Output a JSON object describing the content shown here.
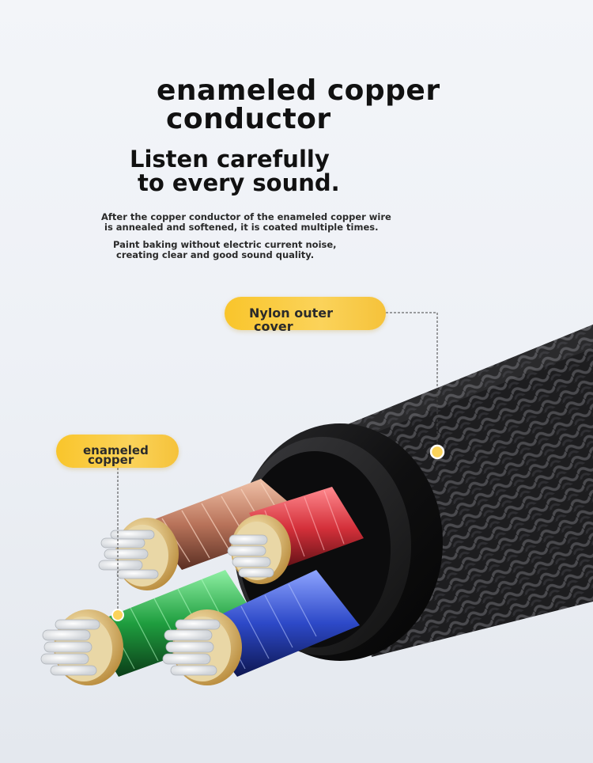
{
  "heading": {
    "line1": "enameled copper",
    "line2": "conductor"
  },
  "subheading": {
    "line1": "Listen carefully",
    "line2": "to every sound."
  },
  "description": {
    "p1_line1": "After the copper conductor of the enameled copper wire",
    "p1_line2": "is annealed and softened, it is coated multiple times.",
    "p2_line1": "Paint baking without electric current noise,",
    "p2_line2": "creating clear and good sound quality."
  },
  "callouts": {
    "nylon": {
      "line1": "Nylon outer",
      "line2": "cover"
    },
    "copper": {
      "line1": "enameled",
      "line2": "copper"
    }
  },
  "colors": {
    "pill": "#f9c52b",
    "wire_copper": "#c98a6a",
    "wire_red": "#d4303a",
    "wire_green": "#1f9e3f",
    "wire_blue": "#2d49c8",
    "jacket": "#1a1a1a"
  }
}
